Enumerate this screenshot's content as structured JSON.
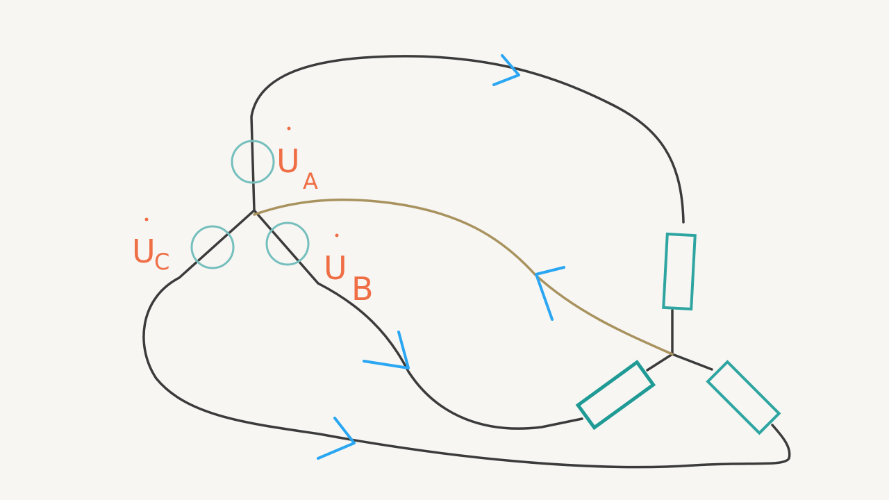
{
  "sources": [
    {
      "symbol": "U",
      "subscript": "A"
    },
    {
      "symbol": "U",
      "subscript": "B"
    },
    {
      "symbol": "U",
      "subscript": "C"
    }
  ],
  "colors": {
    "background": "#f7f6f3",
    "wire": "#3b3b3b",
    "neutral_wire": "#a8925e",
    "source_circle": "#75bfbd",
    "resistor": "#2ea5a1",
    "label": "#ef6e45",
    "current_arrow": "#2aa6f2"
  }
}
